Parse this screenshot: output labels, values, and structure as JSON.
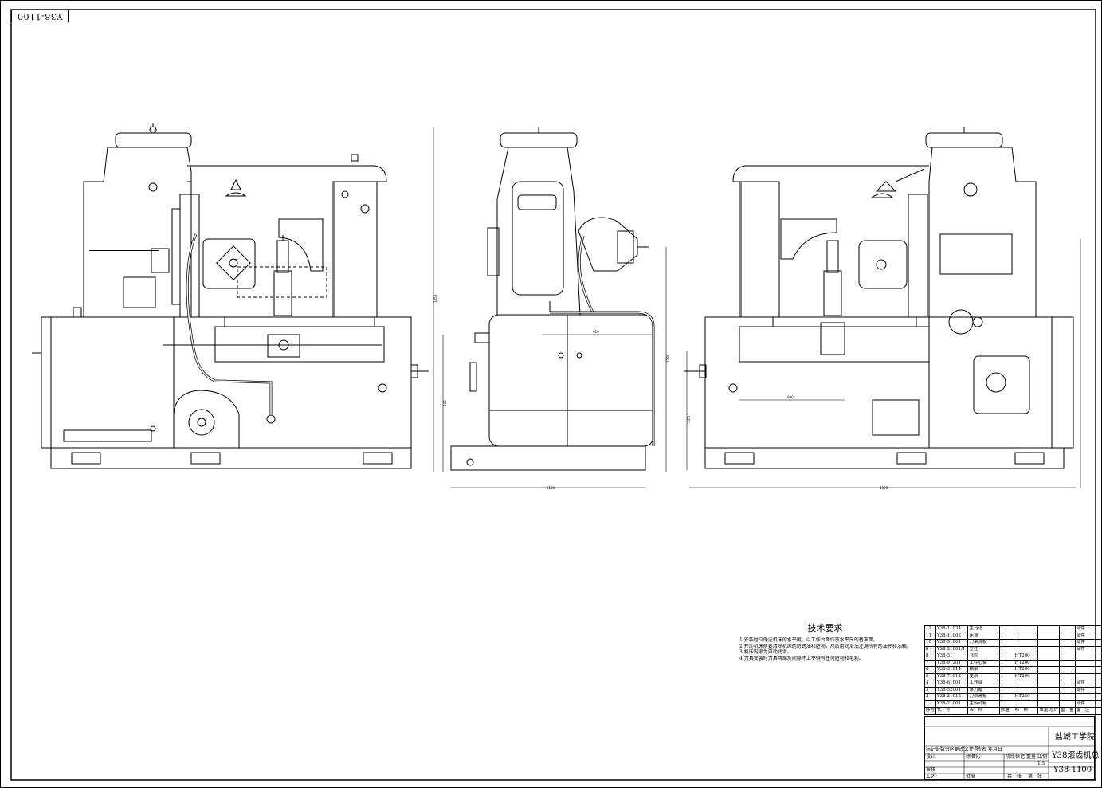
{
  "drawing": {
    "stamp": "Y38-1100",
    "dims": {
      "front_height": "1853",
      "side_height": "1390",
      "side_lower": "640",
      "side_width": "1180",
      "side_inner": "610",
      "rear_width": "1990",
      "rear_inner": "690",
      "rear_left": "320"
    }
  },
  "tech": {
    "title": "技术要求",
    "lines": [
      "1.安装时应保证机床的水平度，以工作台面作放水平尺的基准面。",
      "2.开动机床前要清除机床的防锈油和脏物，然后用润滑油注满所有的油杯和油箱。",
      "3.机床内部为自动润滑。",
      "4.刀具安装时刀具两端及间隙环上不得有任何脏物和毛刺。"
    ]
  },
  "bom": {
    "rows": [
      {
        "no": "12",
        "code": "Y38-11034",
        "name": "主马达",
        "qty": "1",
        "mat": "",
        "note": "部件"
      },
      {
        "no": "11",
        "code": "Y38-11002",
        "name": "床身",
        "qty": "1",
        "mat": "",
        "note": "部件"
      },
      {
        "no": "10",
        "code": "Y38-31001",
        "name": "刀架滑板",
        "qty": "1",
        "mat": "",
        "note": "部件"
      },
      {
        "no": "9",
        "code": "Y38-31001/1",
        "name": "立柱",
        "qty": "1",
        "mat": "",
        "note": "部件"
      },
      {
        "no": "8",
        "code": "Y38-31",
        "name": "飞轮",
        "qty": "1",
        "mat": "HT200",
        "note": ""
      },
      {
        "no": "7",
        "code": "Y38-91201",
        "name": "工件心轴",
        "qty": "1",
        "mat": "HT200",
        "note": ""
      },
      {
        "no": "6",
        "code": "Y38-31014",
        "name": "横梁",
        "qty": "1",
        "mat": "HT200",
        "note": ""
      },
      {
        "no": "5",
        "code": "Y38-71013",
        "name": "支架",
        "qty": "1",
        "mat": "HT200",
        "note": ""
      },
      {
        "no": "4",
        "code": "Y38-61001",
        "name": "工作台",
        "qty": "1",
        "mat": "",
        "note": "部件"
      },
      {
        "no": "3",
        "code": "Y38-52001",
        "name": "滚刀箱",
        "qty": "1",
        "mat": "",
        "note": "部件"
      },
      {
        "no": "2",
        "code": "Y38-31012",
        "name": "刀架滑板",
        "qty": "1",
        "mat": "HT250",
        "note": ""
      },
      {
        "no": "1",
        "code": "Y38-21001",
        "name": "主传动箱",
        "qty": "1",
        "mat": "",
        "note": "部件"
      }
    ],
    "header": {
      "no": "序号",
      "code": "代　号",
      "name": "名　称",
      "qty": "数量",
      "mat": "材　料",
      "weight": "单重 总计",
      "unit_w": "重　量",
      "note": "备　注"
    }
  },
  "title_block": {
    "school": "盐城工学院",
    "drawing_name": "Y38滚齿机总",
    "drawing_no": "Y38-1100",
    "labels": {
      "mark": "标记",
      "count": "处数",
      "zone": "分区",
      "change": "更改文件号",
      "sign": "签名",
      "date": "年月日",
      "design": "设计",
      "std": "标准化",
      "stage": "阶段标记",
      "weight": "重量",
      "scale": "比例",
      "scale_val": "1:5",
      "review": "审核",
      "process": "工艺",
      "approve": "批准",
      "sheets": "共　张",
      "sheet": "第　张"
    }
  }
}
